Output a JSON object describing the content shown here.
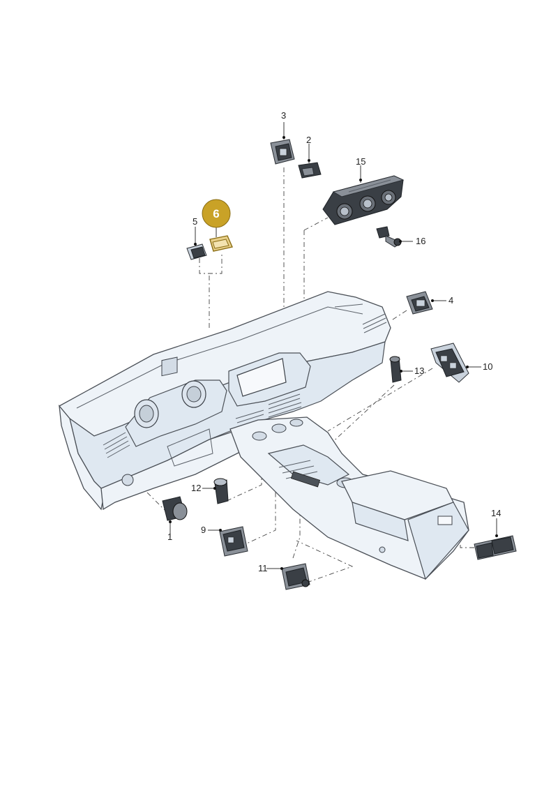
{
  "callouts": {
    "c1": "1",
    "c2": "2",
    "c3": "3",
    "c4": "4",
    "c5": "5",
    "c6": "6",
    "c9": "9",
    "c10": "10",
    "c11": "11",
    "c12": "12",
    "c13": "13",
    "c14": "14",
    "c15": "15",
    "c16": "16"
  },
  "highlight": {
    "color": "#c9a227",
    "part_number": "6"
  }
}
